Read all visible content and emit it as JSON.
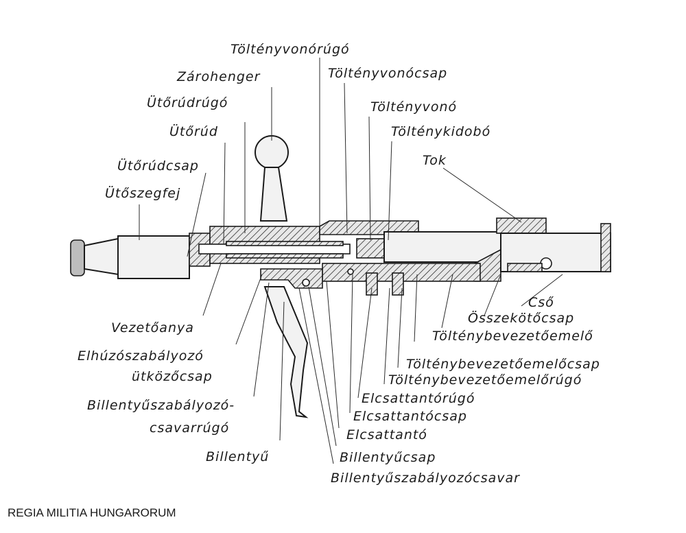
{
  "labels": {
    "toltenyvonorugo": "Töltényvonórúgó",
    "zarohenger": "Zárohenger",
    "toltenyvonocsap": "Töltényvonócsap",
    "utorudrugo": "Ütőrúdrúgó",
    "toltenyvono": "Töltényvonó",
    "utorud": "Ütőrúd",
    "toltenykidobo": "Tölténykidobó",
    "tok": "Tok",
    "utorudcsap": "Ütőrúdcsap",
    "utoszegfej": "Ütőszegfej",
    "cso": "Cső",
    "osszekotocsap": "Összekötőcsap",
    "vezetoanya": "Vezetőanya",
    "toltenybevezetoemelo": "Tölténybevezetőemelő",
    "elhuzoszabalyozo": "Elhúzószabályozó",
    "toltenybevezetoemelocsap": "Tölténybevezetőemelőcsap",
    "utkozocsap": "ütközőcsap",
    "toltenybevezetoemelorugo": "Tölténybevezetőemelőrúgó",
    "elcsattantorugo": "Elcsattantórúgó",
    "billentyuszabalyozo": "Billentyűszabályozó-",
    "elcsattantocsap": "Elcsattantócsap",
    "csavarrugo": "csavarrúgó",
    "elcsattanto": "Elcsattantó",
    "billentyu": "Billentyű",
    "billentyucsap": "Billentyűcsap",
    "billentyuszabalyozocsavar": "Billentyűszabályozócsavar"
  },
  "credit": "REGIA MILITIA HUNGARORUM"
}
